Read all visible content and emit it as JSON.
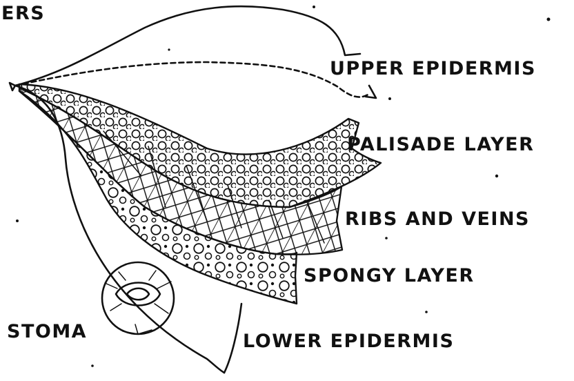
{
  "labels": {
    "corner_fragment": "ERS",
    "upper_epidermis": "UPPER EPIDERMIS",
    "palisade_layer": "PALISADE LAYER",
    "ribs_and_veins": "RIBS AND VEINS",
    "spongy_layer": "SPONGY LAYER",
    "stoma": "STOMA",
    "lower_epidermis": "LOWER EPIDERMIS"
  },
  "colors": {
    "ink": "#111111",
    "background": "#ffffff"
  }
}
